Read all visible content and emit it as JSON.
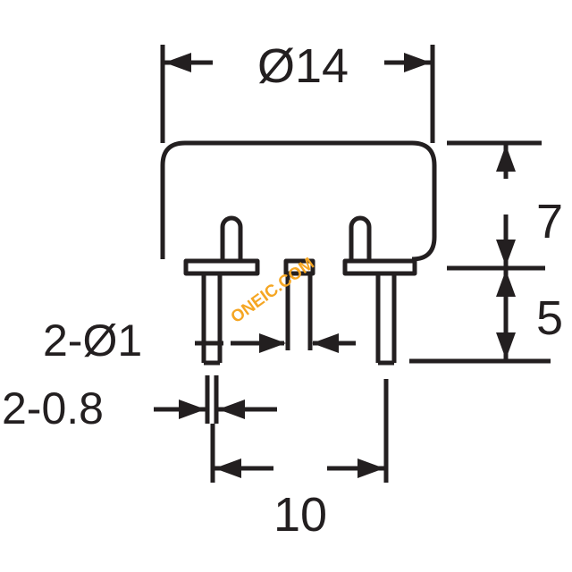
{
  "drawing": {
    "dimensions": {
      "diameter": "Ø14",
      "height_body": "7",
      "height_pins": "5",
      "pin_diameter": "2-Ø1",
      "pin_thickness": "2-0.8",
      "pin_spacing": "10"
    },
    "watermark": "ONEIC.COM"
  },
  "colors": {
    "line": "#231f20",
    "watermark": "#f5a623",
    "background": "#ffffff"
  }
}
